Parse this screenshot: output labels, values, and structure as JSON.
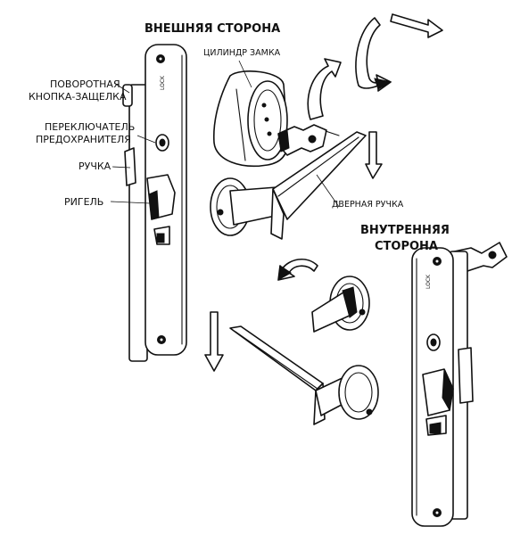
{
  "labels": {
    "outer_side": "ВНЕШНЯЯ СТОРОНА",
    "inner_side_line1": "ВНУТРЕННЯЯ",
    "inner_side_line2": "СТОРОНА",
    "lock_cylinder": "ЦИЛИНДР ЗАМКА",
    "door_handle": "ДВЕРНАЯ РУЧКА",
    "thumb_latch_line1": "ПОВОРОТНАЯ",
    "thumb_latch_line2": "КНОПКА-ЗАЩЕЛКА",
    "safety_switch_line1": "ПЕРЕКЛЮЧАТЕЛЬ",
    "safety_switch_line2": "ПРЕДОХРАНИТЕЛЯ",
    "handle": "РУЧКА",
    "bolt": "РИГЕЛЬ"
  }
}
